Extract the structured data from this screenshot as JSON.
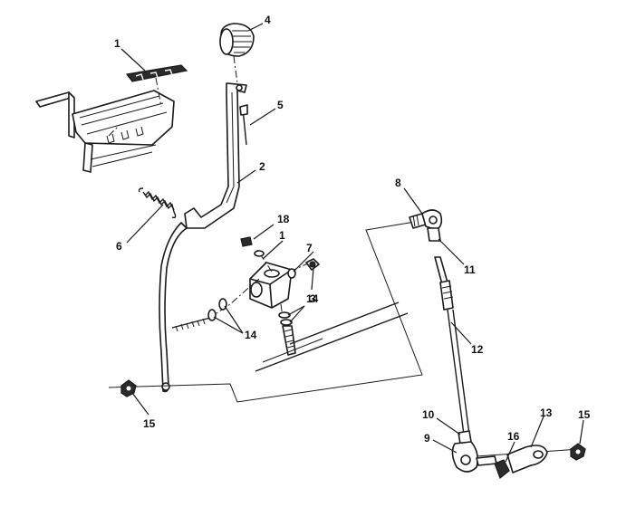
{
  "callouts": [
    {
      "id": "c1a",
      "text": "1"
    },
    {
      "id": "c1b",
      "text": "1"
    },
    {
      "id": "c2",
      "text": "2"
    },
    {
      "id": "c3",
      "text": "3"
    },
    {
      "id": "c4",
      "text": "4"
    },
    {
      "id": "c5",
      "text": "5"
    },
    {
      "id": "c6",
      "text": "6"
    },
    {
      "id": "c7",
      "text": "7"
    },
    {
      "id": "c8",
      "text": "8"
    },
    {
      "id": "c9",
      "text": "9"
    },
    {
      "id": "c10",
      "text": "10"
    },
    {
      "id": "c11",
      "text": "11"
    },
    {
      "id": "c12",
      "text": "12"
    },
    {
      "id": "c13",
      "text": "13"
    },
    {
      "id": "c14a",
      "text": "14"
    },
    {
      "id": "c14b",
      "text": "14"
    },
    {
      "id": "c15a",
      "text": "15"
    },
    {
      "id": "c15b",
      "text": "15"
    },
    {
      "id": "c16",
      "text": "16"
    },
    {
      "id": "c18",
      "text": "18"
    }
  ]
}
